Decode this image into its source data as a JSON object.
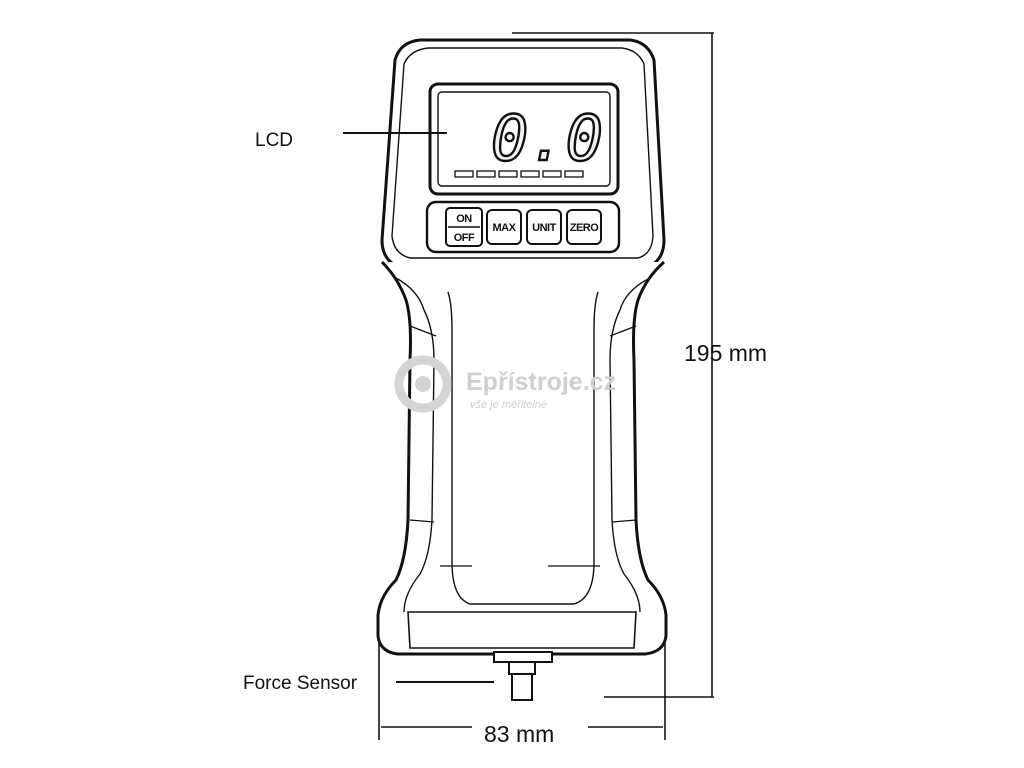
{
  "labels": {
    "lcd": "LCD",
    "force_sensor": "Force Sensor",
    "height": "195 mm",
    "width": "83 mm"
  },
  "display": {
    "reading": "0.0"
  },
  "buttons": {
    "on": "ON",
    "off": "OFF",
    "max": "MAX",
    "unit": "UNIT",
    "zero": "ZERO"
  },
  "watermark": {
    "brand": "Epřístroje.cz",
    "tagline": "vše je měřitelné"
  }
}
